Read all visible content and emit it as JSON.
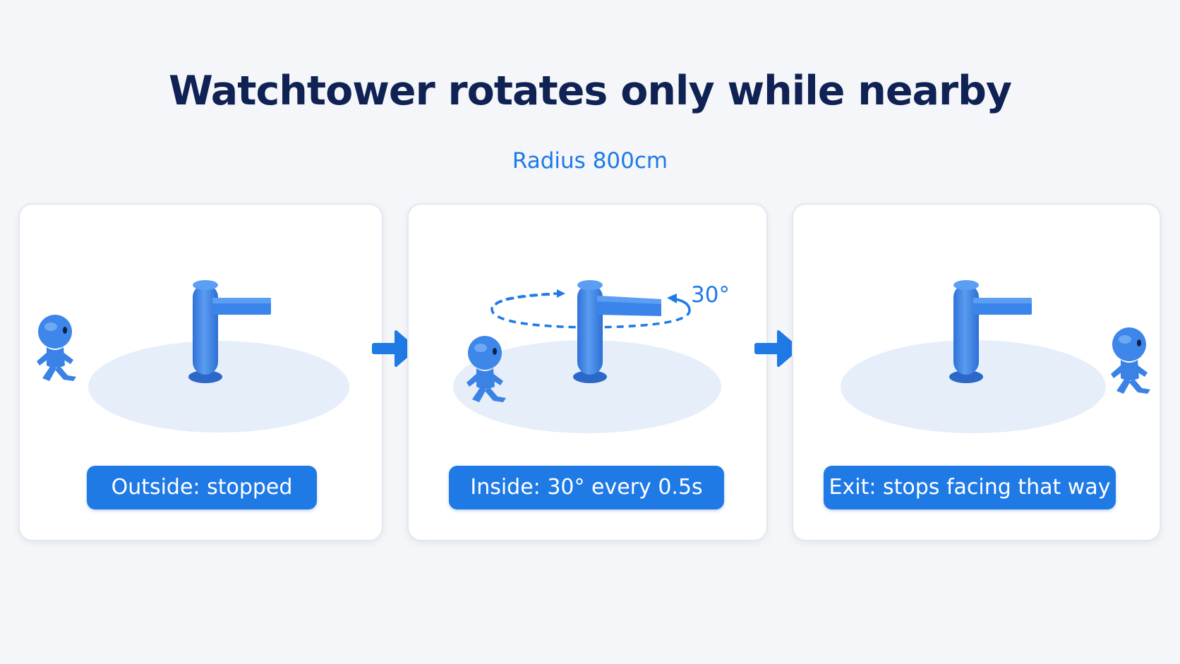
{
  "header": {
    "title": "Watchtower rotates only while nearby",
    "subtitle": "Radius 800cm"
  },
  "panels": [
    {
      "label": "Outside: stopped"
    },
    {
      "label": "Inside: 30° every 0.5s",
      "rotation_label": "30°"
    },
    {
      "label": "Exit: stops facing that way"
    }
  ],
  "colors": {
    "title": "#0f2253",
    "accent": "#1f7ae6",
    "radius_fill": "#e6eefa",
    "figure": "#3b87ea"
  }
}
